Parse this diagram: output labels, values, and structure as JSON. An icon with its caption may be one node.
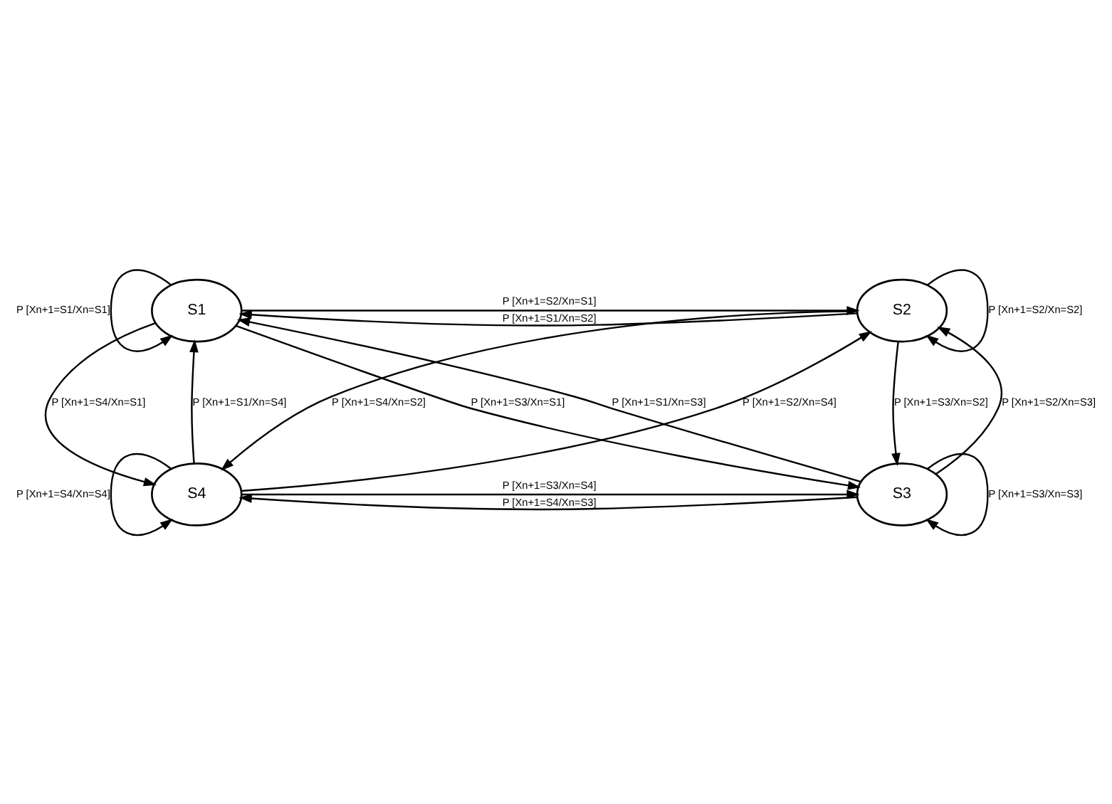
{
  "diagram": {
    "nodes": [
      {
        "text": [
          "S1"
        ]
      },
      {
        "text": [
          "S2"
        ]
      },
      {
        "text": [
          "S3"
        ]
      },
      {
        "text": [
          "S4"
        ]
      }
    ],
    "edges": [
      {
        "from": 0,
        "to": 0,
        "arrow": "to",
        "label": "P [Xn+1=S1/Xn=S1]"
      },
      {
        "from": 0,
        "to": 1,
        "arrow": "to",
        "label": "P [Xn+1=S2/Xn=S1]"
      },
      {
        "from": 1,
        "to": 1,
        "arrow": "to",
        "label": "P [Xn+1=S2/Xn=S2]"
      },
      {
        "from": 1,
        "to": 0,
        "arrow": "to",
        "label": "P [Xn+1=S1/Xn=S2]"
      },
      {
        "from": 0,
        "to": 3,
        "arrow": "to",
        "label": "P [Xn+1=S4/Xn=S1]"
      },
      {
        "from": 3,
        "to": 0,
        "arrow": "to",
        "label": "P [Xn+1=S1/Xn=S4]"
      },
      {
        "from": 3,
        "to": 1,
        "arrow": "to",
        "label": "P [Xn+1=S2/Xn=S4]"
      },
      {
        "from": 2,
        "to": 0,
        "arrow": "to",
        "label": "P [Xn+1=S1/Xn=S3]"
      },
      {
        "from": 2,
        "to": 1,
        "arrow": "to",
        "label": "P [Xn+1=S2/Xn=S3]"
      },
      {
        "from": 1,
        "to": 2,
        "arrow": "to",
        "label": "P [Xn+1=S3/Xn=S2]"
      },
      {
        "from": 0,
        "to": 2,
        "arrow": "to",
        "label": "P [Xn+1=S3/Xn=S1]"
      },
      {
        "from": 1,
        "to": 3,
        "arrow": "to",
        "label": "P [Xn+1=S4/Xn=S2]"
      },
      {
        "from": 3,
        "to": 2,
        "arrow": "to",
        "label": "P [Xn+1=S3/Xn=S4]"
      },
      {
        "from": 3,
        "to": 3,
        "arrow": "to",
        "label": "P [Xn+1=S4/Xn=S4]"
      },
      {
        "from": 2,
        "to": 2,
        "arrow": "to",
        "label": "P [Xn+1=S3/Xn=S3]"
      },
      {
        "from": 2,
        "to": 3,
        "arrow": "to",
        "label": "P [Xn+1=S4/Xn=S3]"
      }
    ]
  }
}
